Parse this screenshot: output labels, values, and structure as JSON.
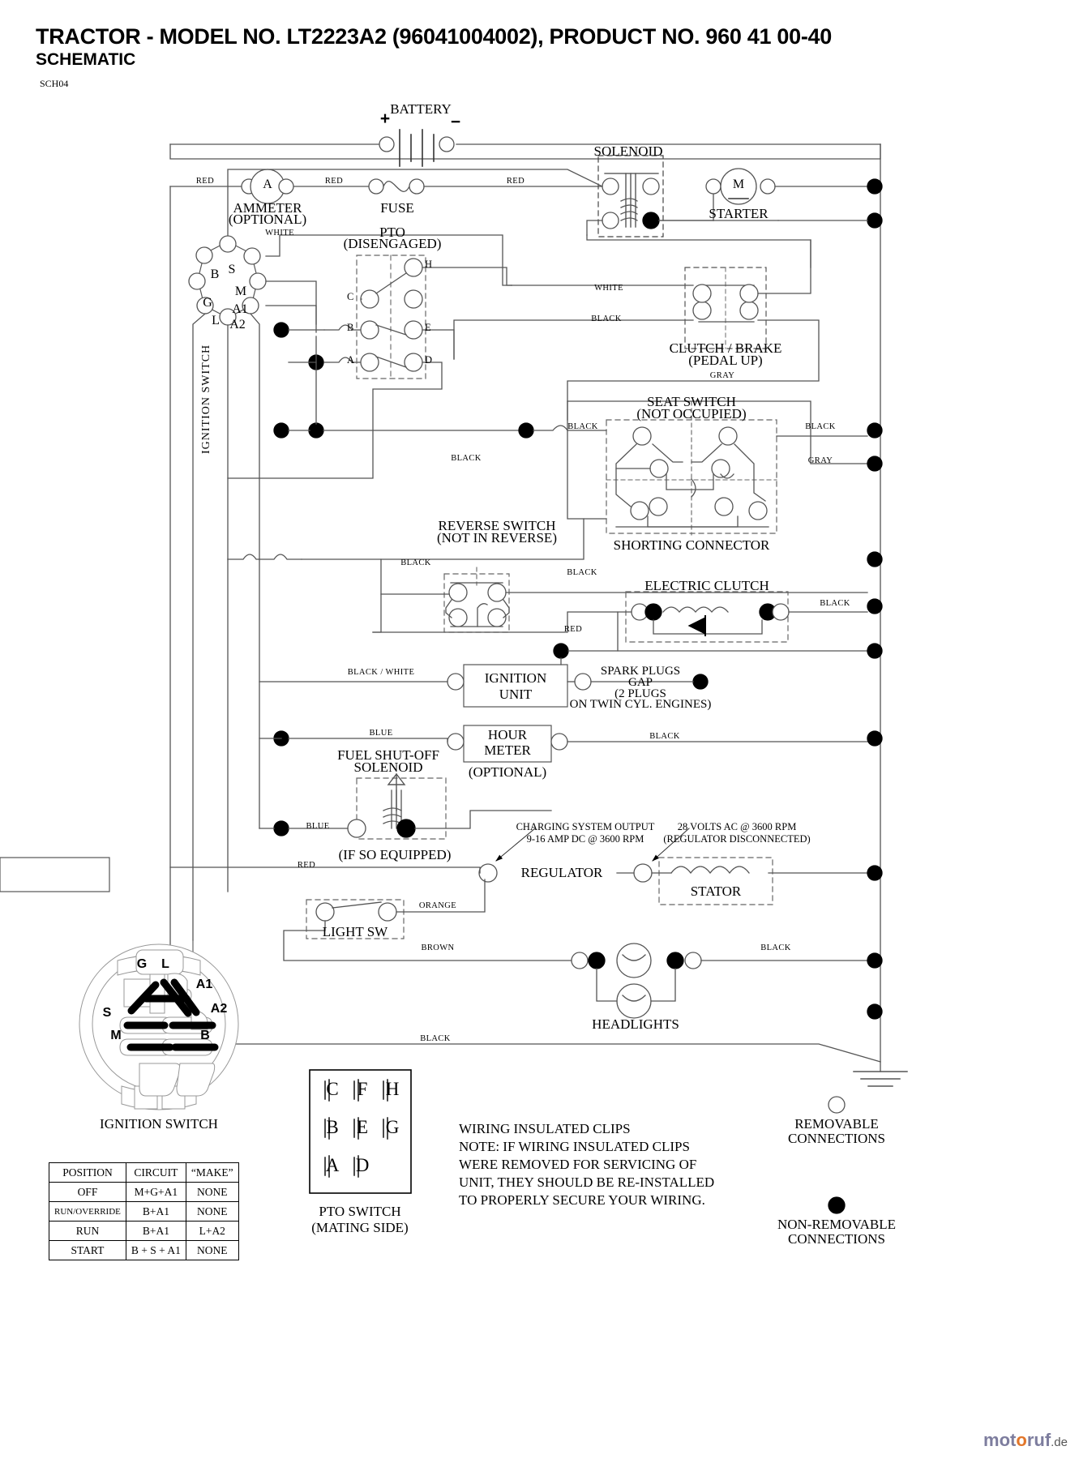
{
  "header": {
    "title": "TRACTOR - MODEL NO. LT2223A2 (96041004002), PRODUCT NO. 960 41 00-40",
    "subtitle": "SCHEMATIC",
    "sheet_code": "SCH04"
  },
  "components": {
    "battery": "BATTERY",
    "battery_plus": "+",
    "battery_minus": "−",
    "ammeter_symbol": "A",
    "ammeter": "AMMETER",
    "ammeter_optional": "(OPTIONAL)",
    "fuse": "FUSE",
    "solenoid": "SOLENOID",
    "starter_symbol": "M",
    "starter": "STARTER",
    "ignition_switch_vertical": "IGNITION SWITCH",
    "pto": "PTO",
    "pto_state": "(DISENGAGED)",
    "clutch_brake": "CLUTCH / BRAKE",
    "clutch_brake_state": "(PEDAL UP)",
    "seat_switch": "SEAT SWITCH",
    "seat_switch_state": "(NOT OCCUPIED)",
    "shorting_connector": "SHORTING CONNECTOR",
    "reverse_switch": "REVERSE SWITCH",
    "reverse_switch_state": "(NOT IN REVERSE)",
    "electric_clutch": "ELECTRIC CLUTCH",
    "ignition_unit_l1": "IGNITION",
    "ignition_unit_l2": "UNIT",
    "spark_l1": "SPARK PLUGS",
    "spark_l2": "GAP",
    "spark_l3": "(2 PLUGS",
    "spark_l4": "ON TWIN CYL. ENGINES)",
    "hour_meter_l1": "HOUR",
    "hour_meter_l2": "METER",
    "hour_meter_optional": "(OPTIONAL)",
    "fuel_shutoff_l1": "FUEL SHUT-OFF",
    "fuel_shutoff_l2": "SOLENOID",
    "fuel_shutoff_note": "(IF SO EQUIPPED)",
    "regulator": "REGULATOR",
    "stator": "STATOR",
    "charging_l1": "CHARGING SYSTEM OUTPUT",
    "charging_l2": "9-16 AMP DC @ 3600 RPM",
    "stator_note_l1": "28 VOLTS AC @ 3600 RPM",
    "stator_note_l2": "(REGULATOR DISCONNECTED)",
    "light_switch": "LIGHT SW",
    "headlights": "HEADLIGHTS"
  },
  "ignition_terminals": [
    "B",
    "S",
    "M",
    "G",
    "A1",
    "L",
    "A2"
  ],
  "pto_terminals_left": [
    "C",
    "B",
    "A"
  ],
  "pto_terminals_right": [
    "H",
    "E",
    "D"
  ],
  "wire_labels": {
    "red_1": "RED",
    "red_2": "RED",
    "red_3": "RED",
    "white_1": "WHITE",
    "white_2": "WHITE",
    "black_clutchbrake": "BLACK",
    "gray_1": "GRAY",
    "black_seat_in": "BLACK",
    "black_seat_out": "BLACK",
    "gray_2": "GRAY",
    "black_mid": "BLACK",
    "black_rev_in": "BLACK",
    "black_rev_out": "BLACK",
    "black_clutch": "BLACK",
    "red_clutch": "RED",
    "black_white": "BLACK / WHITE",
    "blue_hour": "BLUE",
    "black_hour": "BLACK",
    "blue_fuel": "BLUE",
    "red_reg": "RED",
    "orange_light": "ORANGE",
    "brown_head": "BROWN",
    "black_head": "BLACK",
    "black_ground": "BLACK"
  },
  "ignition_switch_detail": {
    "caption": "IGNITION SWITCH",
    "terminals": [
      "G",
      "L",
      "A1",
      "S",
      "A2",
      "M",
      "B"
    ]
  },
  "position_table": {
    "headers": [
      "POSITION",
      "CIRCUIT",
      "“MAKE”"
    ],
    "rows": [
      [
        "OFF",
        "M+G+A1",
        "NONE"
      ],
      [
        "RUN/OVERRIDE",
        "B+A1",
        "NONE"
      ],
      [
        "RUN",
        "B+A1",
        "L+A2"
      ],
      [
        "START",
        "B + S + A1",
        "NONE"
      ]
    ]
  },
  "pto_switch_panel": {
    "caption_l1": "PTO SWITCH",
    "caption_l2": "(MATING SIDE)",
    "cells": [
      [
        "C",
        "F",
        "H"
      ],
      [
        "B",
        "E",
        "G"
      ],
      [
        "A",
        "D",
        ""
      ]
    ]
  },
  "notes": {
    "l1": "WIRING INSULATED CLIPS",
    "l2": "NOTE:  IF WIRING INSULATED CLIPS",
    "l3": "WERE REMOVED FOR SERVICING OF",
    "l4": "UNIT, THEY SHOULD BE RE-INSTALLED",
    "l5": "TO PROPERLY SECURE YOUR WIRING."
  },
  "legend": {
    "removable_l1": "REMOVABLE",
    "removable_l2": "CONNECTIONS",
    "nonremovable_l1": "NON-REMOVABLE",
    "nonremovable_l2": "CONNECTIONS"
  },
  "watermark": {
    "main": "mot",
    "accent": "o",
    "main2": "ruf",
    "suffix": ".de"
  },
  "colors": {
    "ink": "#000000",
    "line": "#4d4d4d",
    "paper": "#ffffff"
  }
}
